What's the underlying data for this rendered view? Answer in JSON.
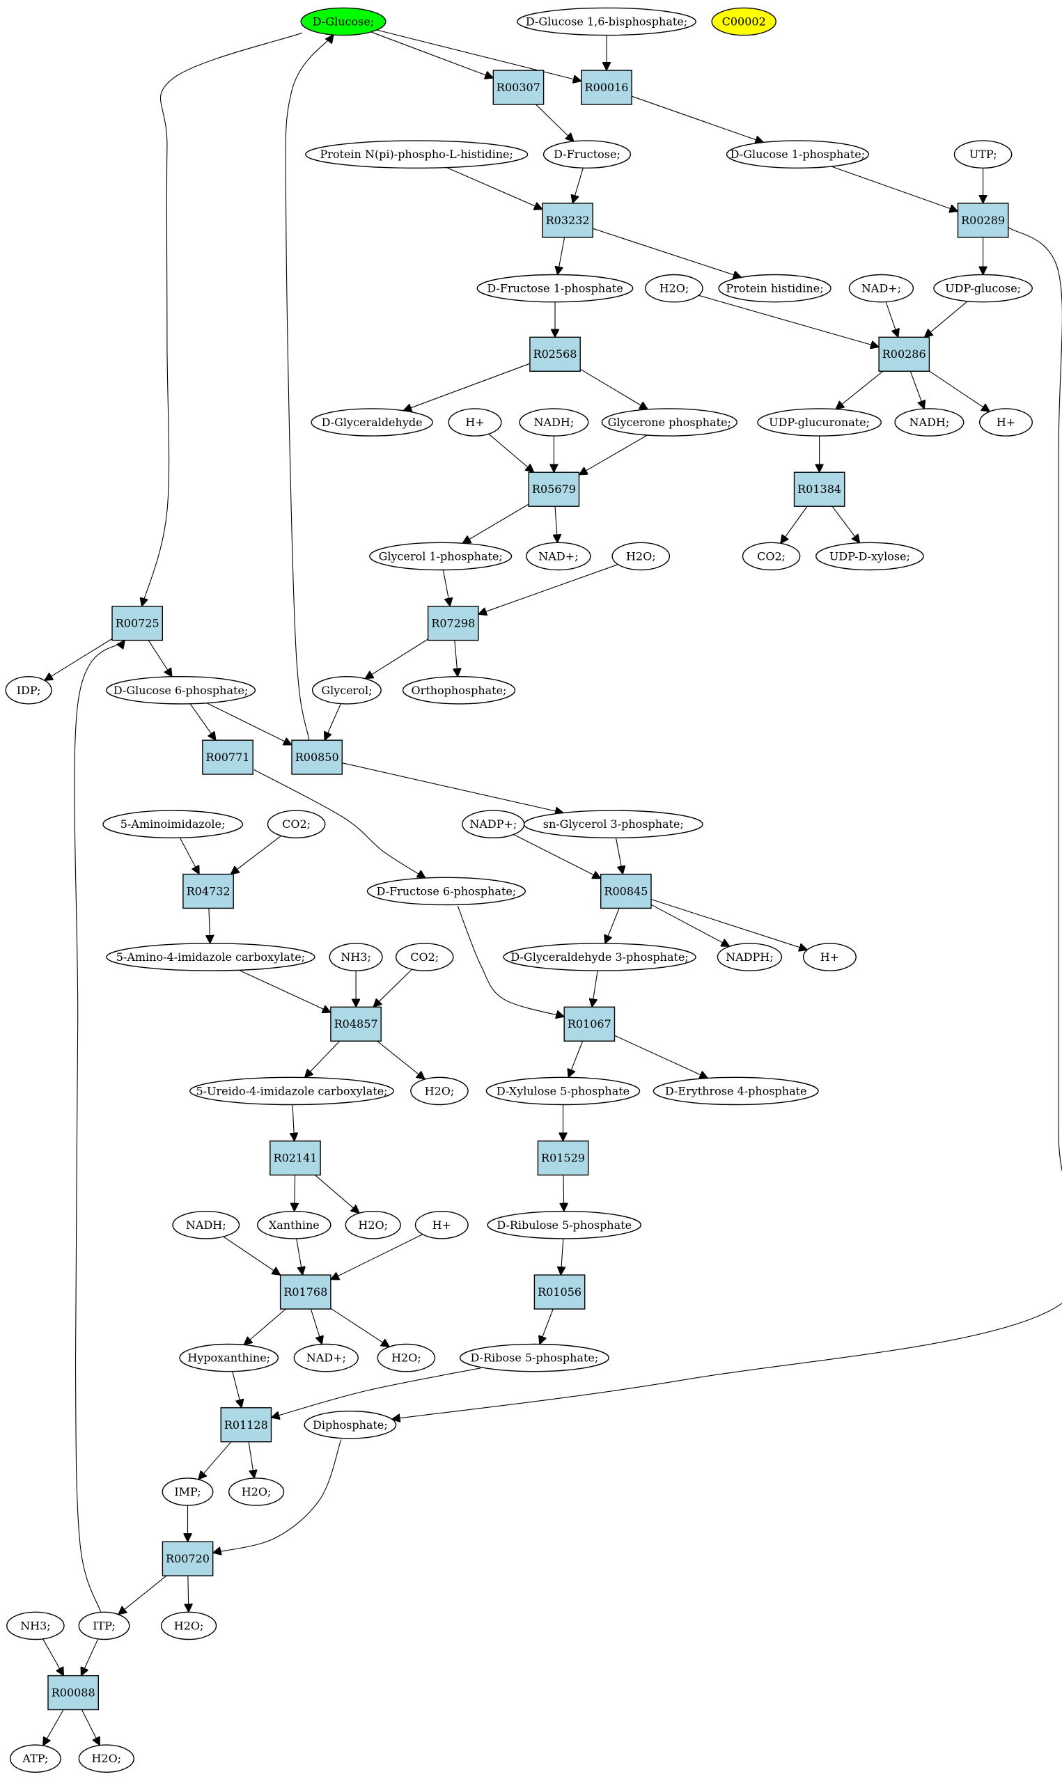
{
  "colors": {
    "reaction_fill": "#add8e6",
    "compound_fill": "#ffffff",
    "highlight_source": "#00ff00",
    "highlight_target": "#ffff00",
    "stroke": "#000000"
  },
  "nodes": [
    {
      "id": "glc",
      "label": "D-Glucose;",
      "kind": "compound",
      "highlight": "source"
    },
    {
      "id": "c00002",
      "label": "C00002",
      "kind": "compound",
      "highlight": "target"
    },
    {
      "id": "g16bp",
      "label": "D-Glucose 1,6-bisphosphate;",
      "kind": "compound"
    },
    {
      "id": "r00307",
      "label": "R00307",
      "kind": "reaction"
    },
    {
      "id": "r00016",
      "label": "R00016",
      "kind": "reaction"
    },
    {
      "id": "fru",
      "label": "D-Fructose;",
      "kind": "compound"
    },
    {
      "id": "g1p",
      "label": "D-Glucose 1-phosphate;",
      "kind": "compound"
    },
    {
      "id": "utp",
      "label": "UTP;",
      "kind": "compound"
    },
    {
      "id": "protnph",
      "label": "Protein N(pi)-phospho-L-histidine;",
      "kind": "compound"
    },
    {
      "id": "r03232",
      "label": "R03232",
      "kind": "reaction"
    },
    {
      "id": "r00289",
      "label": "R00289",
      "kind": "reaction"
    },
    {
      "id": "f1p",
      "label": "D-Fructose 1-phosphate",
      "kind": "compound"
    },
    {
      "id": "prothis",
      "label": "Protein histidine;",
      "kind": "compound"
    },
    {
      "id": "h2o_a",
      "label": "H2O;",
      "kind": "compound"
    },
    {
      "id": "nadp_a",
      "label": "NAD+;",
      "kind": "compound"
    },
    {
      "id": "udpglc",
      "label": "UDP-glucose;",
      "kind": "compound"
    },
    {
      "id": "r02568",
      "label": "R02568",
      "kind": "reaction"
    },
    {
      "id": "r00286",
      "label": "R00286",
      "kind": "reaction"
    },
    {
      "id": "glyald",
      "label": "D-Glyceraldehyde",
      "kind": "compound"
    },
    {
      "id": "hplus_a",
      "label": "H+",
      "kind": "compound"
    },
    {
      "id": "nadh_a",
      "label": "NADH;",
      "kind": "compound"
    },
    {
      "id": "dhap",
      "label": "Glycerone phosphate;",
      "kind": "compound"
    },
    {
      "id": "udpgluc",
      "label": "UDP-glucuronate;",
      "kind": "compound"
    },
    {
      "id": "nadh_b",
      "label": "NADH;",
      "kind": "compound"
    },
    {
      "id": "hplus_b",
      "label": "H+",
      "kind": "compound"
    },
    {
      "id": "r05679",
      "label": "R05679",
      "kind": "reaction"
    },
    {
      "id": "r01384",
      "label": "R01384",
      "kind": "reaction"
    },
    {
      "id": "gly1p",
      "label": "Glycerol 1-phosphate;",
      "kind": "compound"
    },
    {
      "id": "nadp_b",
      "label": "NAD+;",
      "kind": "compound"
    },
    {
      "id": "h2o_b",
      "label": "H2O;",
      "kind": "compound"
    },
    {
      "id": "co2_a",
      "label": "CO2;",
      "kind": "compound"
    },
    {
      "id": "udpxyl",
      "label": "UDP-D-xylose;",
      "kind": "compound"
    },
    {
      "id": "r00725",
      "label": "R00725",
      "kind": "reaction"
    },
    {
      "id": "r07298",
      "label": "R07298",
      "kind": "reaction"
    },
    {
      "id": "idp",
      "label": "IDP;",
      "kind": "compound"
    },
    {
      "id": "g6p",
      "label": "D-Glucose 6-phosphate;",
      "kind": "compound"
    },
    {
      "id": "glycerol",
      "label": "Glycerol;",
      "kind": "compound"
    },
    {
      "id": "pi",
      "label": "Orthophosphate;",
      "kind": "compound"
    },
    {
      "id": "r00771",
      "label": "R00771",
      "kind": "reaction"
    },
    {
      "id": "r00850",
      "label": "R00850",
      "kind": "reaction"
    },
    {
      "id": "air",
      "label": "5-Aminoimidazole;",
      "kind": "compound"
    },
    {
      "id": "co2_b",
      "label": "CO2;",
      "kind": "compound"
    },
    {
      "id": "nadpp",
      "label": "NADP+;",
      "kind": "compound"
    },
    {
      "id": "g3p",
      "label": "sn-Glycerol 3-phosphate;",
      "kind": "compound"
    },
    {
      "id": "r04732",
      "label": "R04732",
      "kind": "reaction"
    },
    {
      "id": "f6p",
      "label": "D-Fructose 6-phosphate;",
      "kind": "compound"
    },
    {
      "id": "r00845",
      "label": "R00845",
      "kind": "reaction"
    },
    {
      "id": "aica",
      "label": "5-Amino-4-imidazole carboxylate;",
      "kind": "compound"
    },
    {
      "id": "nh3_a",
      "label": "NH3;",
      "kind": "compound"
    },
    {
      "id": "co2_c",
      "label": "CO2;",
      "kind": "compound"
    },
    {
      "id": "gap",
      "label": "D-Glyceraldehyde 3-phosphate;",
      "kind": "compound"
    },
    {
      "id": "nadph",
      "label": "NADPH;",
      "kind": "compound"
    },
    {
      "id": "hplus_c",
      "label": "H+",
      "kind": "compound"
    },
    {
      "id": "r04857",
      "label": "R04857",
      "kind": "reaction"
    },
    {
      "id": "r01067",
      "label": "R01067",
      "kind": "reaction"
    },
    {
      "id": "uica",
      "label": "5-Ureido-4-imidazole carboxylate;",
      "kind": "compound"
    },
    {
      "id": "h2o_c",
      "label": "H2O;",
      "kind": "compound"
    },
    {
      "id": "xu5p",
      "label": "D-Xylulose 5-phosphate",
      "kind": "compound"
    },
    {
      "id": "e4p",
      "label": "D-Erythrose 4-phosphate",
      "kind": "compound"
    },
    {
      "id": "r02141",
      "label": "R02141",
      "kind": "reaction"
    },
    {
      "id": "r01529",
      "label": "R01529",
      "kind": "reaction"
    },
    {
      "id": "nadh_c",
      "label": "NADH;",
      "kind": "compound"
    },
    {
      "id": "xan",
      "label": "Xanthine",
      "kind": "compound"
    },
    {
      "id": "h2o_d",
      "label": "H2O;",
      "kind": "compound"
    },
    {
      "id": "hplus_d",
      "label": "H+",
      "kind": "compound"
    },
    {
      "id": "ru5p",
      "label": "D-Ribulose 5-phosphate",
      "kind": "compound"
    },
    {
      "id": "r01768",
      "label": "R01768",
      "kind": "reaction"
    },
    {
      "id": "r01056",
      "label": "R01056",
      "kind": "reaction"
    },
    {
      "id": "hypx",
      "label": "Hypoxanthine;",
      "kind": "compound"
    },
    {
      "id": "nadp_c",
      "label": "NAD+;",
      "kind": "compound"
    },
    {
      "id": "h2o_e",
      "label": "H2O;",
      "kind": "compound"
    },
    {
      "id": "r5p",
      "label": "D-Ribose 5-phosphate;",
      "kind": "compound"
    },
    {
      "id": "r01128",
      "label": "R01128",
      "kind": "reaction"
    },
    {
      "id": "ppi",
      "label": "Diphosphate;",
      "kind": "compound"
    },
    {
      "id": "imp",
      "label": "IMP;",
      "kind": "compound"
    },
    {
      "id": "h2o_f",
      "label": "H2O;",
      "kind": "compound"
    },
    {
      "id": "r00720",
      "label": "R00720",
      "kind": "reaction"
    },
    {
      "id": "nh3_b",
      "label": "NH3;",
      "kind": "compound"
    },
    {
      "id": "itp",
      "label": "ITP;",
      "kind": "compound"
    },
    {
      "id": "h2o_g",
      "label": "H2O;",
      "kind": "compound"
    },
    {
      "id": "r00088",
      "label": "R00088",
      "kind": "reaction"
    },
    {
      "id": "atp",
      "label": "ATP;",
      "kind": "compound"
    },
    {
      "id": "h2o_h",
      "label": "H2O;",
      "kind": "compound"
    }
  ],
  "edges": [
    [
      "glc",
      "r00307"
    ],
    [
      "glc",
      "r00016"
    ],
    [
      "glc",
      "r00725"
    ],
    [
      "g16bp",
      "r00016"
    ],
    [
      "r00307",
      "fru"
    ],
    [
      "r00016",
      "g1p"
    ],
    [
      "fru",
      "r03232"
    ],
    [
      "protnph",
      "r03232"
    ],
    [
      "g1p",
      "r00289"
    ],
    [
      "utp",
      "r00289"
    ],
    [
      "r03232",
      "f1p"
    ],
    [
      "r03232",
      "prothis"
    ],
    [
      "r00289",
      "udpglc"
    ],
    [
      "r00289",
      "ppi"
    ],
    [
      "f1p",
      "r02568"
    ],
    [
      "h2o_a",
      "r00286"
    ],
    [
      "nadp_a",
      "r00286"
    ],
    [
      "udpglc",
      "r00286"
    ],
    [
      "r02568",
      "glyald"
    ],
    [
      "r02568",
      "dhap"
    ],
    [
      "r00286",
      "udpgluc"
    ],
    [
      "r00286",
      "nadh_b"
    ],
    [
      "r00286",
      "hplus_b"
    ],
    [
      "hplus_a",
      "r05679"
    ],
    [
      "nadh_a",
      "r05679"
    ],
    [
      "dhap",
      "r05679"
    ],
    [
      "udpgluc",
      "r01384"
    ],
    [
      "r05679",
      "gly1p"
    ],
    [
      "r05679",
      "nadp_b"
    ],
    [
      "r01384",
      "co2_a"
    ],
    [
      "r01384",
      "udpxyl"
    ],
    [
      "gly1p",
      "r07298"
    ],
    [
      "h2o_b",
      "r07298"
    ],
    [
      "r07298",
      "glycerol"
    ],
    [
      "r07298",
      "pi"
    ],
    [
      "r00725",
      "idp"
    ],
    [
      "r00725",
      "g6p"
    ],
    [
      "itp",
      "r00725"
    ],
    [
      "g6p",
      "r00771"
    ],
    [
      "g6p",
      "r00850"
    ],
    [
      "glycerol",
      "r00850"
    ],
    [
      "r00850",
      "glc"
    ],
    [
      "r00850",
      "g3p"
    ],
    [
      "r00771",
      "f6p"
    ],
    [
      "air",
      "r04732"
    ],
    [
      "co2_b",
      "r04732"
    ],
    [
      "r04732",
      "aica"
    ],
    [
      "nadpp",
      "r00845"
    ],
    [
      "g3p",
      "r00845"
    ],
    [
      "r00845",
      "gap"
    ],
    [
      "r00845",
      "nadph"
    ],
    [
      "r00845",
      "hplus_c"
    ],
    [
      "aica",
      "r04857"
    ],
    [
      "nh3_a",
      "r04857"
    ],
    [
      "co2_c",
      "r04857"
    ],
    [
      "r04857",
      "uica"
    ],
    [
      "r04857",
      "h2o_c"
    ],
    [
      "f6p",
      "r01067"
    ],
    [
      "gap",
      "r01067"
    ],
    [
      "r01067",
      "xu5p"
    ],
    [
      "r01067",
      "e4p"
    ],
    [
      "uica",
      "r02141"
    ],
    [
      "xu5p",
      "r01529"
    ],
    [
      "r02141",
      "xan"
    ],
    [
      "r02141",
      "h2o_d"
    ],
    [
      "r01529",
      "ru5p"
    ],
    [
      "nadh_c",
      "r01768"
    ],
    [
      "xan",
      "r01768"
    ],
    [
      "hplus_d",
      "r01768"
    ],
    [
      "ru5p",
      "r01056"
    ],
    [
      "r01768",
      "hypx"
    ],
    [
      "r01768",
      "nadp_c"
    ],
    [
      "r01768",
      "h2o_e"
    ],
    [
      "r01056",
      "r5p"
    ],
    [
      "hypx",
      "r01128"
    ],
    [
      "r5p",
      "r01128"
    ],
    [
      "r01128",
      "imp"
    ],
    [
      "r01128",
      "h2o_f"
    ],
    [
      "imp",
      "r00720"
    ],
    [
      "ppi",
      "r00720"
    ],
    [
      "r00720",
      "itp"
    ],
    [
      "r00720",
      "h2o_g"
    ],
    [
      "nh3_b",
      "r00088"
    ],
    [
      "itp",
      "r00088"
    ],
    [
      "r00088",
      "atp"
    ],
    [
      "r00088",
      "h2o_h"
    ]
  ]
}
